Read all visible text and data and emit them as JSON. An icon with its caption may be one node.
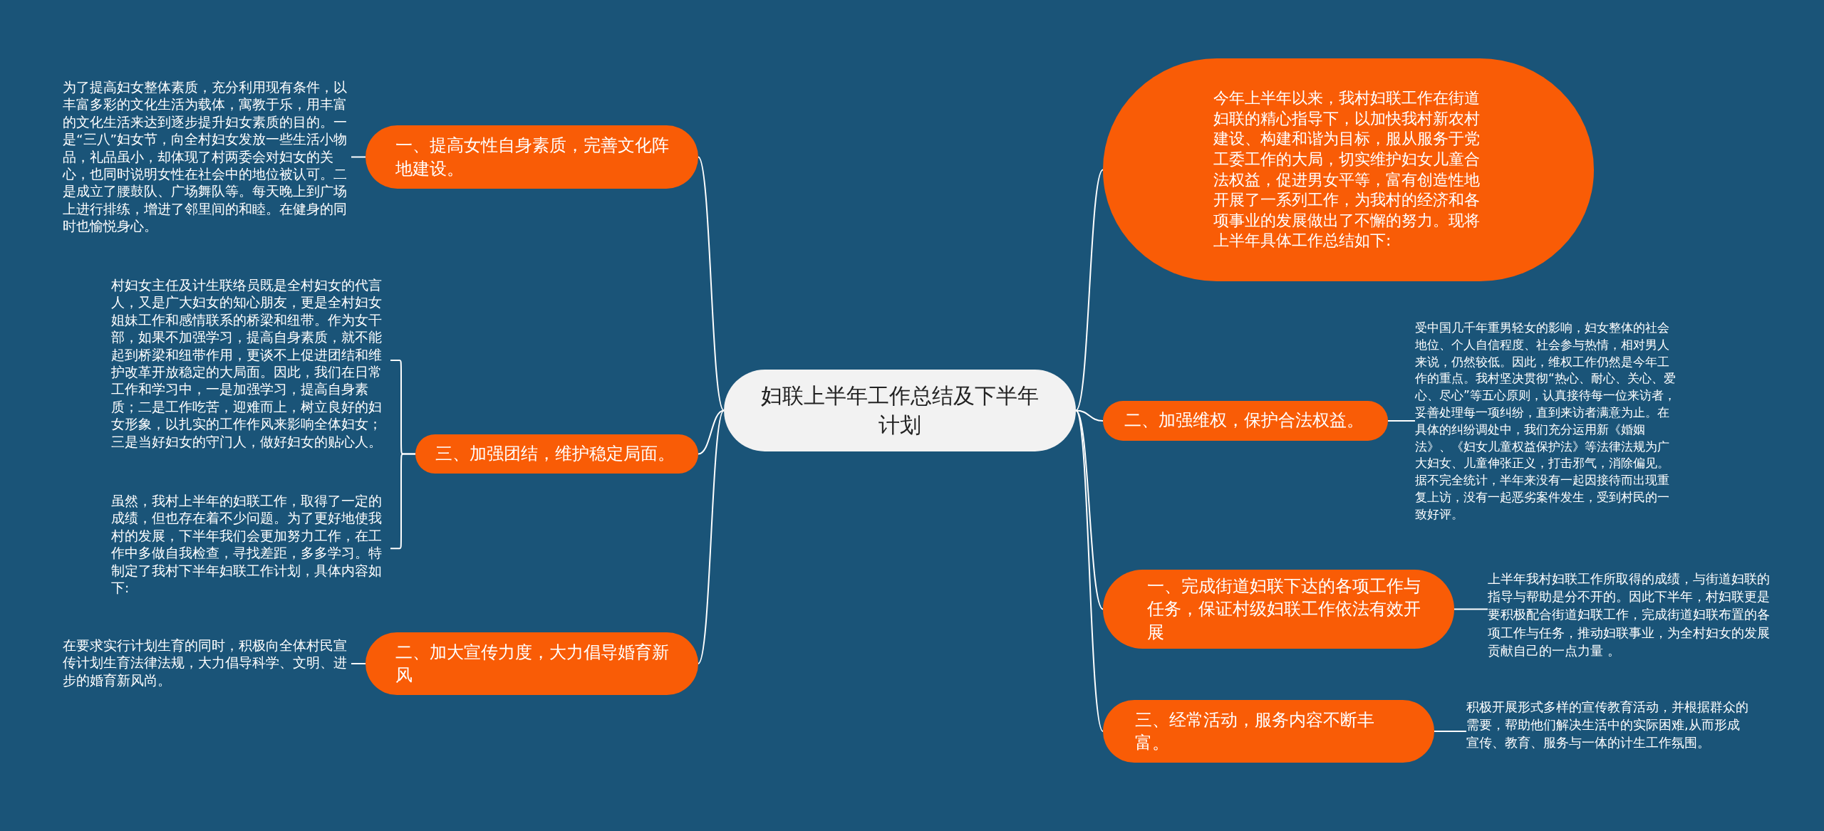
{
  "diagram": {
    "nodes": [
      {
        "text": [
          "妇联上半年工作总结及下半年计划"
        ]
      },
      {
        "text": [
          "今年上半年以来，我村妇联工作在街道妇联的精心指导下，以加快我村新农村建设、构建和谐为目标，服从服务于党工委工作的大局，切实维护妇女儿童合法权益，促进男女平等，富有创造性地开展了一系列工作，为我村的经济和各项事业的发展做出了不懈的努力。现将上半年具体工作总结如下:"
        ]
      },
      {
        "text": [
          "二、加强维权，保护合法权益。"
        ]
      },
      {
        "text": [
          "受中国几千年重男轻女的影响，妇女整体的社会地位、个人自信程度、社会参与热情，相对男人来说，仍然较低。因此，维权工作仍然是今年工作的重点。我村坚决贯彻“热心、耐心、关心、爱心、尽心”等五心原则，认真接待每一位来访者，妥善处理每一项纠纷，直到来访者满意为止。在具体的纠纷调处中，我们充分运用新《婚姻法》、《妇女儿童权益保护法》等法律法规为广大妇女、儿童伸张正义，打击邪气，消除偏见。据不完全统计，半年来没有一起因接待而出现重复上访，没有一起恶劣案件发生，受到村民的一致好评。"
        ]
      },
      {
        "text": [
          "一、完成街道妇联下达的各项工作与任务，保证村级妇联工作依法有效开展"
        ]
      },
      {
        "text": [
          "上半年我村妇联工作所取得的成绩，与街道妇联的指导与帮助是分不开的。因此下半年，村妇联更是要积极配合街道妇联工作，完成街道妇联布置的各项工作与任务，推动妇联事业，为全村妇女的发展贡献自己的一点力量 。"
        ]
      },
      {
        "text": [
          "三、经常活动，服务内容不断丰富。"
        ]
      },
      {
        "text": [
          "积极开展形式多样的宣传教育活动，并根据群众的需要，帮助他们解决生活中的实际困难,从而形成宣传、教育、服务与一体的计生工作氛围。"
        ]
      },
      {
        "text": [
          "一、提高女性自身素质，完善文化阵地建设。"
        ]
      },
      {
        "text": [
          "为了提高妇女整体素质，充分利用现有条件，以丰富多彩的文化生活为载体，寓教于乐，用丰富的文化生活来达到逐步提升妇女素质的目的。一是“三八”妇女节，向全村妇女发放一些生活小物品，礼品虽小，却体现了村两委会对妇女的关心，也同时说明女性在社会中的地位被认可。二是成立了腰鼓队、广场舞队等。每天晚上到广场上进行排练，增进了邻里间的和睦。在健身的同时也愉悦身心。"
        ]
      },
      {
        "text": [
          "三、加强团结，维护稳定局面。"
        ]
      },
      {
        "text": [
          "村妇女主任及计生联络员既是全村妇女的代言人，又是广大妇女的知心朋友，更是全村妇女姐妹工作和感情联系的桥梁和纽带。作为女干部，如果不加强学习，提高自身素质，就不能起到桥梁和纽带作用，更谈不上促进团结和维护改革开放稳定的大局面。因此，我们在日常工作和学习中，一是加强学习，提高自身素质；二是工作吃苦，迎难而上，树立良好的妇女形象，以扎实的工作作风来影响全体妇女；三是当好妇女的守门人，做好妇女的贴心人。"
        ]
      },
      {
        "text": [
          "虽然，我村上半年的妇联工作，取得了一定的成绩，但也存在着不少问题。为了更好地使我村的发展，下半年我们会更加努力工作，在工作中多做自我检查，寻找差距，多多学习。特制定了我村下半年妇联工作计划，具体内容如下:"
        ]
      },
      {
        "text": [
          "二、加大宣传力度，大力倡导婚育新风"
        ]
      },
      {
        "text": [
          "在要求实行计划生育的同时，积极向全体村民宣传计划生育法律法规，大力倡导科学、文明、进步的婚育新风尚。"
        ]
      }
    ],
    "edges": [
      {
        "from": 0,
        "to": 1,
        "arrow": "none"
      },
      {
        "from": 0,
        "to": 2,
        "arrow": "none"
      },
      {
        "from": 2,
        "to": 3,
        "arrow": "none"
      },
      {
        "from": 0,
        "to": 4,
        "arrow": "none"
      },
      {
        "from": 4,
        "to": 5,
        "arrow": "none"
      },
      {
        "from": 0,
        "to": 6,
        "arrow": "none"
      },
      {
        "from": 6,
        "to": 7,
        "arrow": "none"
      },
      {
        "from": 0,
        "to": 8,
        "arrow": "none"
      },
      {
        "from": 8,
        "to": 9,
        "arrow": "none"
      },
      {
        "from": 0,
        "to": 10,
        "arrow": "none"
      },
      {
        "from": 10,
        "to": 11,
        "arrow": "none"
      },
      {
        "from": 10,
        "to": 12,
        "arrow": "none"
      },
      {
        "from": 0,
        "to": 13,
        "arrow": "none"
      },
      {
        "from": 13,
        "to": 14,
        "arrow": "none"
      }
    ]
  }
}
